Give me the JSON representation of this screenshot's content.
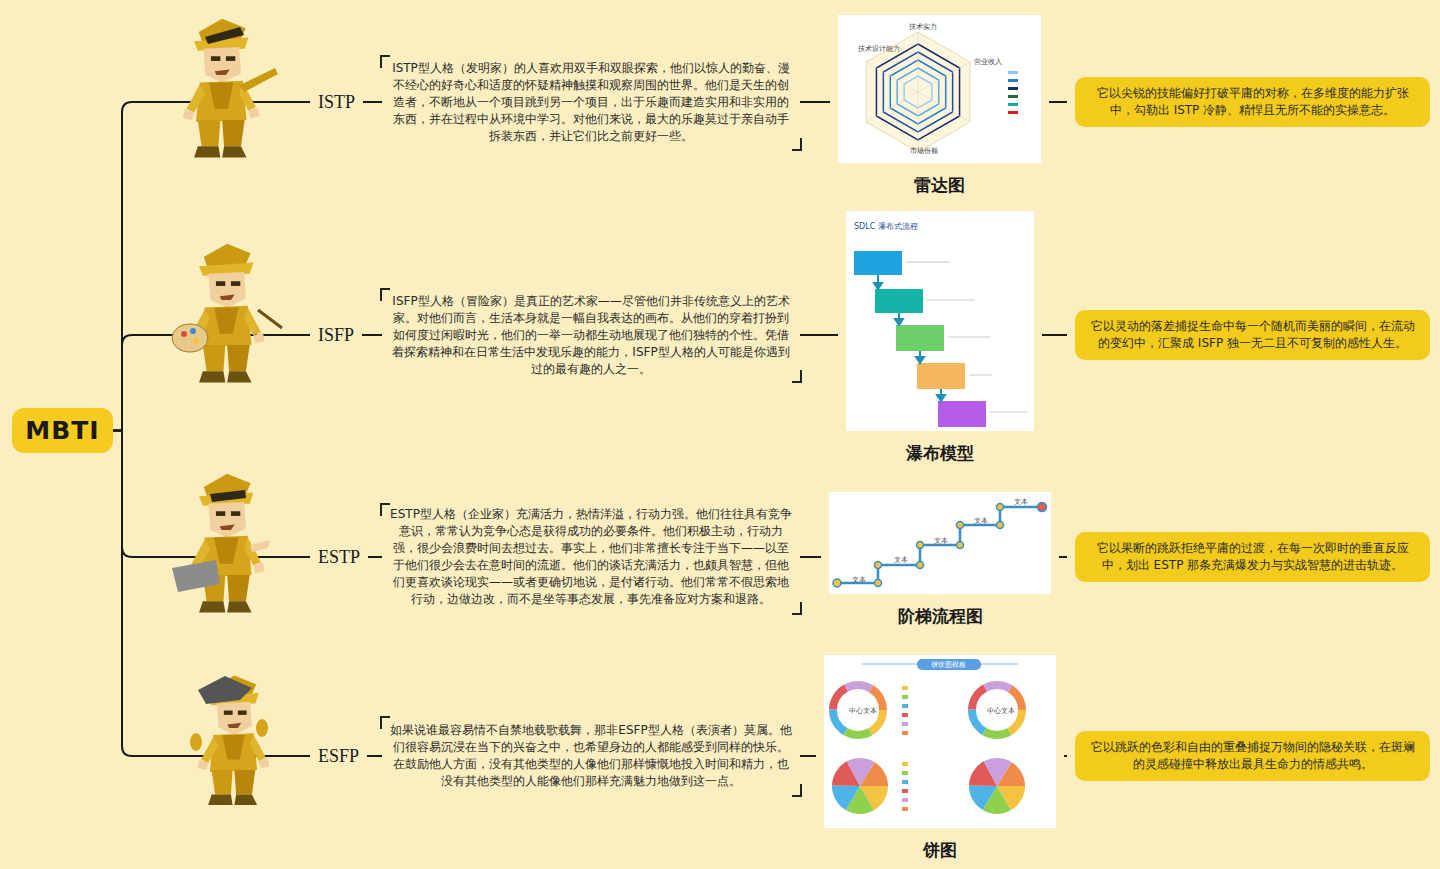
{
  "diagram": {
    "nodes": [
      {
        "text": [
          "MBTI"
        ]
      },
      {
        "text": [
          "ISTP"
        ]
      },
      {
        "text": [
          "ISTP型人格（发明家）的人喜欢用双手和双眼探索，他们以惊人的勤奋、漫不经心的好奇心和适度的怀疑精神触摸和观察周围的世界。他们是天生的创造者，不断地从一个项目跳到另一个项目，出于乐趣而建造实用和非实用的东西，并在过程中从环境中学习。对他们来说，最大的乐趣莫过于亲自动手拆装东西，并让它们比之前更好一些。"
        ]
      },
      {
        "text": [
          "雷达图"
        ]
      },
      {
        "text": [
          "它以尖锐的技能偏好打破平庸的对称，在多维度的能力扩张中，勾勒出 ISTP 冷静、精悍且无所不能的实操意志。"
        ]
      },
      {
        "text": [
          "ISFP"
        ]
      },
      {
        "text": [
          "ISFP型人格（冒险家）是真正的艺术家——尽管他们并非传统意义上的艺术家。对他们而言，生活本身就是一幅自我表达的画布。从他们的穿着打扮到如何度过闲暇时光，他们的一举一动都生动地展现了他们独特的个性。凭借着探索精神和在日常生活中发现乐趣的能力，ISFP型人格的人可能是你遇到过的最有趣的人之一。"
        ]
      },
      {
        "text": [
          "瀑布模型"
        ]
      },
      {
        "text": [
          "它以灵动的落差捕捉生命中每一个随机而美丽的瞬间，在流动的变幻中，汇聚成 ISFP 独一无二且不可复制的感性人生。"
        ]
      },
      {
        "text": [
          "ESTP"
        ]
      },
      {
        "text": [
          "ESTP型人格（企业家）充满活力，热情洋溢，行动力强。他们往往具有竞争意识，常常认为竞争心态是获得成功的必要条件。他们积极主动，行动力强，很少会浪费时间去想过去。事实上，他们非常擅长专注于当下——以至于他们很少会去在意时间的流逝。他们的谈话充满活力，也颇具智慧，但他们更喜欢谈论现实——或者更确切地说，是付诸行动。他们常常不假思索地行动，边做边改，而不是坐等事态发展，事先准备应对方案和退路。"
        ]
      },
      {
        "text": [
          "阶梯流程图"
        ]
      },
      {
        "text": [
          "它以果断的跳跃拒绝平庸的过渡，在每一次即时的垂直反应中，划出 ESTP 那条充满爆发力与实战智慧的进击轨迹。"
        ]
      },
      {
        "text": [
          "ESFP"
        ]
      },
      {
        "text": [
          "如果说谁最容易情不自禁地载歌载舞，那非ESFP型人格（表演者）莫属。他们很容易沉浸在当下的兴奋之中，也希望身边的人都能感受到同样的快乐。在鼓励他人方面，没有其他类型的人像他们那样慷慨地投入时间和精力，也没有其他类型的人能像他们那样充满魅力地做到这一点。"
        ]
      },
      {
        "text": [
          "饼图"
        ]
      },
      {
        "text": [
          "它以跳跃的色彩和自由的重叠捕捉万物间的隐秘关联，在斑斓的灵感碰撞中释放出最具生命力的情感共鸣。"
        ]
      }
    ],
    "edges": [
      {
        "from": 0,
        "to": 1,
        "arrow": "none"
      },
      {
        "from": 1,
        "to": 2,
        "arrow": "none"
      },
      {
        "from": 2,
        "to": 3,
        "arrow": "none"
      },
      {
        "from": 3,
        "to": 4,
        "arrow": "none"
      },
      {
        "from": 0,
        "to": 5,
        "arrow": "none"
      },
      {
        "from": 5,
        "to": 6,
        "arrow": "none"
      },
      {
        "from": 6,
        "to": 7,
        "arrow": "none"
      },
      {
        "from": 7,
        "to": 8,
        "arrow": "none"
      },
      {
        "from": 0,
        "to": 9,
        "arrow": "none"
      },
      {
        "from": 9,
        "to": 10,
        "arrow": "none"
      },
      {
        "from": 10,
        "to": 11,
        "arrow": "none"
      },
      {
        "from": 11,
        "to": 12,
        "arrow": "none"
      },
      {
        "from": 0,
        "to": 13,
        "arrow": "none"
      },
      {
        "from": 13,
        "to": 14,
        "arrow": "none"
      },
      {
        "from": 14,
        "to": 15,
        "arrow": "none"
      },
      {
        "from": 15,
        "to": 16,
        "arrow": "none"
      }
    ],
    "labels": [
      "技术实力",
      "营业收入",
      "市场份额",
      "技术设计能力",
      "SDLC 瀑布式流程",
      "文本",
      "文本",
      "文本",
      "文本",
      "文本",
      "饼状图模板",
      "中心文本",
      "中心文本"
    ]
  }
}
